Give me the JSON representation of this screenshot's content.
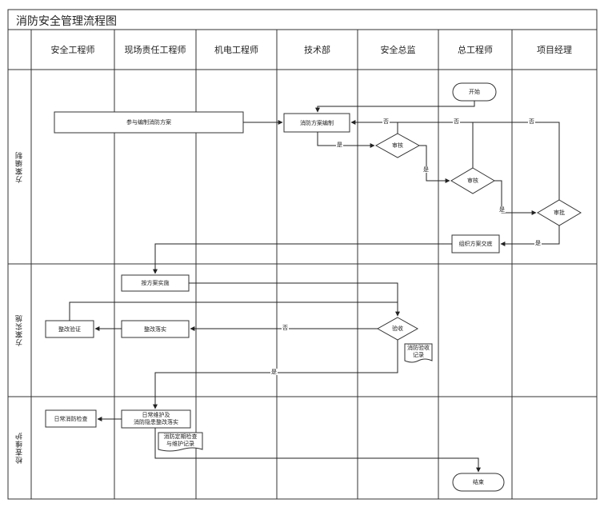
{
  "title": "消防安全管理流程图",
  "columns": [
    "安全工程师",
    "现场责任工程师",
    "机电工程师",
    "技术部",
    "安全总监",
    "总工程师",
    "项目经理"
  ],
  "lanes": [
    "方案编制",
    "方案实施",
    "检查维护"
  ],
  "nodes": {
    "start": "开始",
    "participate": "参与编制消防方案",
    "compile": "消防方案编制",
    "review_safety": "审核",
    "review_chief": "审核",
    "approve_pm": "审批",
    "briefing": "组织方案交底",
    "implement": "按方案实施",
    "acceptance": "验收",
    "acceptance_record": "消防验收记录",
    "rectify": "整改落实",
    "rectify_verify": "整改验证",
    "daily_maint_line1": "日常维护及",
    "daily_maint_line2": "消防隐患整改落实",
    "daily_check": "日常消防检查",
    "periodic_record_line1": "消防定期检查",
    "periodic_record_line2": "与维护记录",
    "end": "结束"
  },
  "edge_labels": {
    "yes": "是",
    "no": "否"
  }
}
